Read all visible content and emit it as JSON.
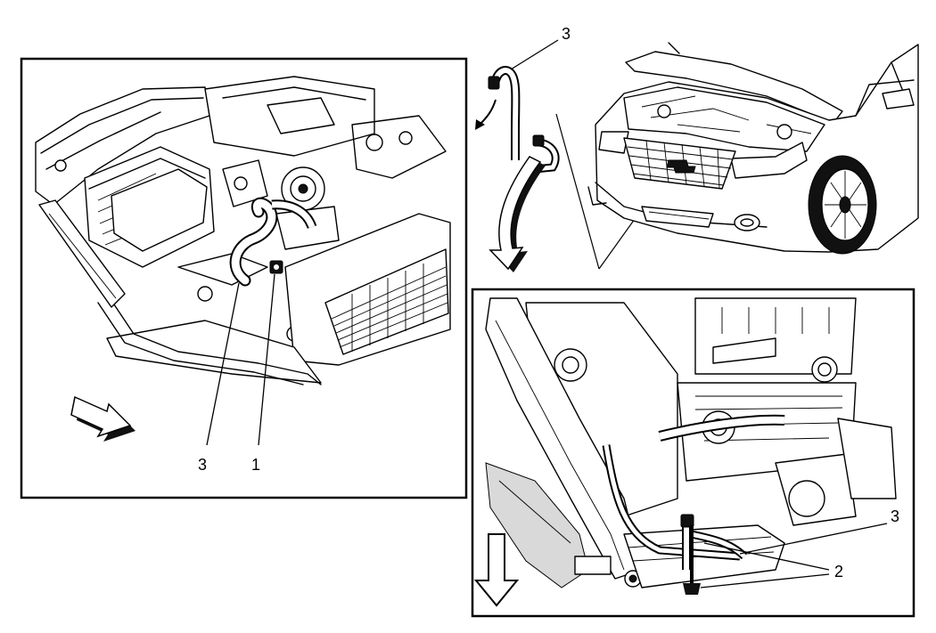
{
  "callouts": {
    "left_hose": "3",
    "left_clip": "1",
    "top_hose": "3",
    "bottom_hose": "3",
    "bottom_bolts": "2"
  }
}
